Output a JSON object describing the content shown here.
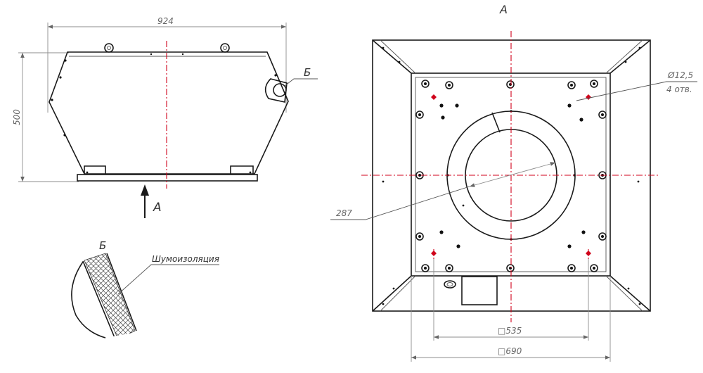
{
  "side_view": {
    "width_dim": "924",
    "height_dim": "500",
    "detail_callout": "Б",
    "view_arrow_label": "А"
  },
  "detail": {
    "title": "Б",
    "insulation_label": "Шумоизоляция"
  },
  "top_view": {
    "title": "А",
    "hole_dia": "Ø12,5",
    "hole_count": "4 отв.",
    "radius_dim": "287",
    "inner_square_dim": "□535",
    "outer_square_dim": "□690"
  },
  "colors": {
    "centerline": "#d0021b",
    "outline": "#1a1a1a",
    "dimension": "#8c8c8c"
  }
}
